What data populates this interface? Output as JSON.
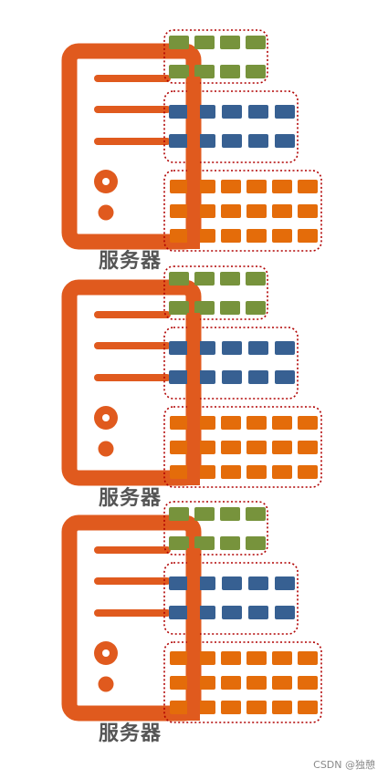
{
  "servers": [
    {
      "label": "服务器"
    },
    {
      "label": "服务器"
    },
    {
      "label": "服务器"
    }
  ],
  "groups_per_server": [
    {
      "rows": 2,
      "cols": 4,
      "color": "#77933c"
    },
    {
      "rows": 2,
      "cols": 5,
      "color": "#376092"
    },
    {
      "rows": 3,
      "cols": 6,
      "color": "#e46c0a"
    }
  ],
  "colors": {
    "server": "#e05a1e",
    "dotted_border": "#b00000"
  },
  "icons": [
    "server-icon"
  ],
  "watermark": "CSDN @独憩"
}
